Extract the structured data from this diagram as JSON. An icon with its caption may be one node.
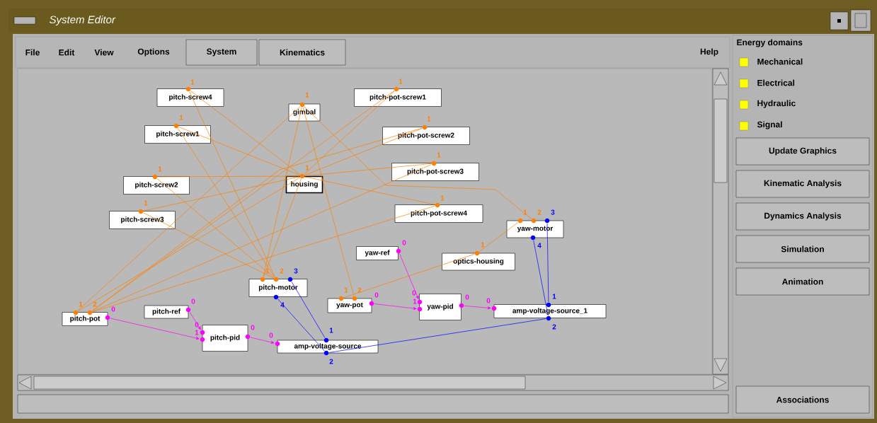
{
  "diagram": {
    "title": "System Editor",
    "nodes": [
      {
        "text": [
          "pitch-screw4"
        ],
        "beside": [
          "1"
        ]
      },
      {
        "text": [
          "gimbal"
        ],
        "beside": [
          "1"
        ]
      },
      {
        "text": [
          "pitch-pot-screw1"
        ],
        "beside": [
          "1"
        ]
      },
      {
        "text": [
          "pitch-screw1"
        ],
        "beside": [
          "1"
        ]
      },
      {
        "text": [
          "pitch-pot-screw2"
        ],
        "beside": [
          "1"
        ]
      },
      {
        "text": [
          "pitch-pot-screw3"
        ],
        "beside": [
          "1"
        ]
      },
      {
        "text": [
          "pitch-screw2"
        ],
        "beside": [
          "1"
        ]
      },
      {
        "text": [
          "housing"
        ],
        "beside": [
          "1"
        ]
      },
      {
        "text": [
          "pitch-screw3"
        ],
        "beside": [
          "1"
        ]
      },
      {
        "text": [
          "pitch-pot-screw4"
        ],
        "beside": [
          "1"
        ]
      },
      {
        "text": [
          "yaw-motor"
        ],
        "beside": [
          "1",
          "2",
          "3",
          "4"
        ]
      },
      {
        "text": [
          "yaw-ref"
        ],
        "beside": [
          "0"
        ]
      },
      {
        "text": [
          "optics-housing"
        ],
        "beside": [
          "1"
        ]
      },
      {
        "text": [
          "pitch-motor"
        ],
        "beside": [
          "1",
          "2",
          "3",
          "4"
        ]
      },
      {
        "text": [
          "yaw-pot"
        ],
        "beside": [
          "1",
          "2",
          "0"
        ]
      },
      {
        "text": [
          "yaw-pid"
        ],
        "beside": [
          "0",
          "1",
          "0"
        ]
      },
      {
        "text": [
          "amp-voltage-source_1"
        ],
        "beside": [
          "0",
          "1",
          "2"
        ]
      },
      {
        "text": [
          "pitch-ref"
        ],
        "beside": [
          "0"
        ]
      },
      {
        "text": [
          "pitch-pot"
        ],
        "beside": [
          "1",
          "2",
          "0"
        ]
      },
      {
        "text": [
          "pitch-pid"
        ],
        "beside": [
          "0",
          "1",
          "0"
        ]
      },
      {
        "text": [
          "amp-voltage-source"
        ],
        "beside": [
          "0",
          "1",
          "2"
        ]
      }
    ],
    "edges": [
      {
        "from": 0,
        "to": 7,
        "arrow": "none"
      },
      {
        "from": 0,
        "to": 13,
        "arrow": "none"
      },
      {
        "from": 3,
        "to": 7,
        "arrow": "none"
      },
      {
        "from": 3,
        "to": 13,
        "arrow": "none"
      },
      {
        "from": 6,
        "to": 7,
        "arrow": "none"
      },
      {
        "from": 6,
        "to": 13,
        "arrow": "none"
      },
      {
        "from": 8,
        "to": 7,
        "arrow": "none"
      },
      {
        "from": 8,
        "to": 13,
        "arrow": "none"
      },
      {
        "from": 2,
        "to": 7,
        "arrow": "none"
      },
      {
        "from": 2,
        "to": 18,
        "arrow": "none"
      },
      {
        "from": 4,
        "to": 7,
        "arrow": "none"
      },
      {
        "from": 4,
        "to": 18,
        "arrow": "none"
      },
      {
        "from": 5,
        "to": 7,
        "arrow": "none"
      },
      {
        "from": 5,
        "to": 18,
        "arrow": "none"
      },
      {
        "from": 9,
        "to": 7,
        "arrow": "none"
      },
      {
        "from": 9,
        "to": 18,
        "arrow": "none"
      },
      {
        "from": 1,
        "to": 13,
        "arrow": "none"
      },
      {
        "from": 1,
        "to": 18,
        "arrow": "none"
      },
      {
        "from": 1,
        "to": 14,
        "arrow": "none"
      },
      {
        "from": 1,
        "to": 10,
        "arrow": "none"
      },
      {
        "from": 7,
        "to": 13,
        "arrow": "none"
      },
      {
        "from": 7,
        "to": 18,
        "arrow": "none"
      },
      {
        "from": 12,
        "to": 10,
        "arrow": "none"
      },
      {
        "from": 12,
        "to": 14,
        "arrow": "none"
      },
      {
        "from": 18,
        "to": 19,
        "arrow": "to",
        "color": "#ff00ff"
      },
      {
        "from": 17,
        "to": 19,
        "arrow": "to",
        "color": "#ff00ff"
      },
      {
        "from": 19,
        "to": 20,
        "arrow": "to",
        "color": "#ff00ff"
      },
      {
        "from": 11,
        "to": 15,
        "arrow": "to",
        "color": "#ff00ff"
      },
      {
        "from": 14,
        "to": 15,
        "arrow": "to",
        "color": "#ff00ff"
      },
      {
        "from": 15,
        "to": 16,
        "arrow": "to",
        "color": "#ff00ff"
      },
      {
        "from": 13,
        "to": 20,
        "arrow": "none",
        "color": "#0000ff"
      },
      {
        "from": 13,
        "to": 20,
        "arrow": "none",
        "color": "#0000ff"
      },
      {
        "from": 10,
        "to": 16,
        "arrow": "none",
        "color": "#0000ff"
      },
      {
        "from": 10,
        "to": 16,
        "arrow": "none",
        "color": "#0000ff"
      },
      {
        "from": 16,
        "to": 20,
        "arrow": "none",
        "color": "#0000ff"
      }
    ],
    "labels": [
      "File",
      "Edit",
      "View",
      "Options",
      "System",
      "Kinematics",
      "Help",
      "Energy domains",
      "Update Graphics",
      "Kinematic Analysis",
      "Dynamics Analysis",
      "Simulation",
      "Animation",
      "Associations"
    ],
    "legend": [
      {
        "text": "Mechanical",
        "color": "#ffff00"
      },
      {
        "text": "Electrical",
        "color": "#ffff00"
      },
      {
        "text": "Hydraulic",
        "color": "#ffff00"
      },
      {
        "text": "Signal",
        "color": "#ffff00"
      }
    ]
  }
}
